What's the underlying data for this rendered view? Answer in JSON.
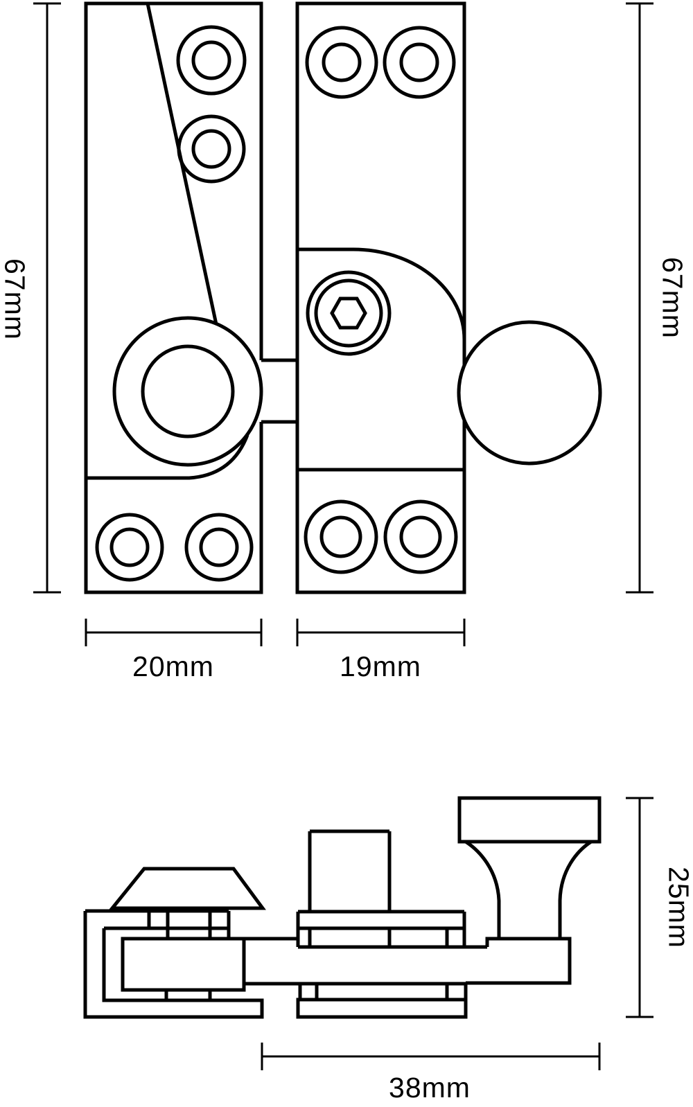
{
  "drawing": {
    "kind": "technical-dimension-drawing",
    "subject": "sash fastener - keep plate and latch plate plan views with side elevation",
    "colors": {
      "line": "#000000",
      "background": "#ffffff"
    },
    "dimensions": {
      "keep_height_label": "67mm",
      "latch_height_label": "67mm",
      "keep_width_label": "20mm",
      "latch_width_label": "19mm",
      "side_height_label": "25mm",
      "side_length_label": "38mm"
    }
  }
}
